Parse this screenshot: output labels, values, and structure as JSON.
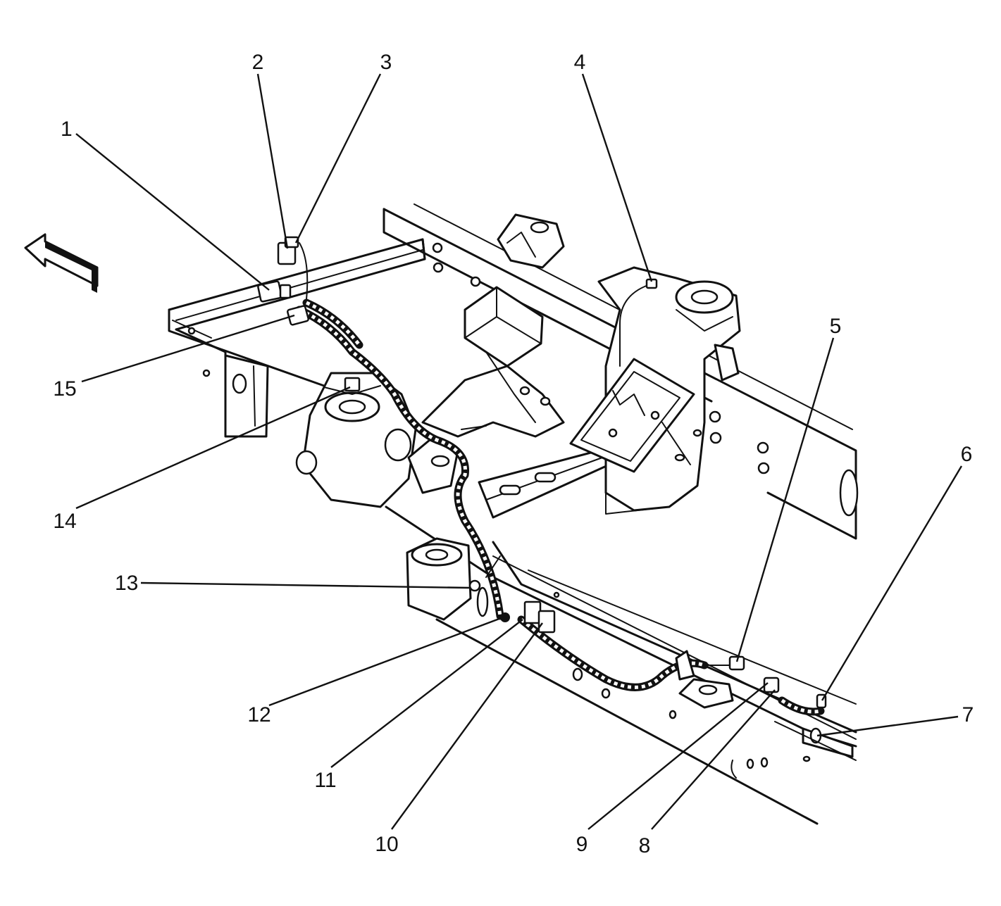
{
  "figure": {
    "callouts": [
      {
        "id": "callout-1",
        "label": "1"
      },
      {
        "id": "callout-2",
        "label": "2"
      },
      {
        "id": "callout-3",
        "label": "3"
      },
      {
        "id": "callout-4",
        "label": "4"
      },
      {
        "id": "callout-5",
        "label": "5"
      },
      {
        "id": "callout-6",
        "label": "6"
      },
      {
        "id": "callout-7",
        "label": "7"
      },
      {
        "id": "callout-8",
        "label": "8"
      },
      {
        "id": "callout-9",
        "label": "9"
      },
      {
        "id": "callout-10",
        "label": "10"
      },
      {
        "id": "callout-11",
        "label": "11"
      },
      {
        "id": "callout-12",
        "label": "12"
      },
      {
        "id": "callout-13",
        "label": "13"
      },
      {
        "id": "callout-14",
        "label": "14"
      },
      {
        "id": "callout-15",
        "label": "15"
      }
    ],
    "icons": {
      "direction": "forward-arrow-icon"
    },
    "colors": {
      "ink": "#111111",
      "background": "#ffffff"
    }
  }
}
